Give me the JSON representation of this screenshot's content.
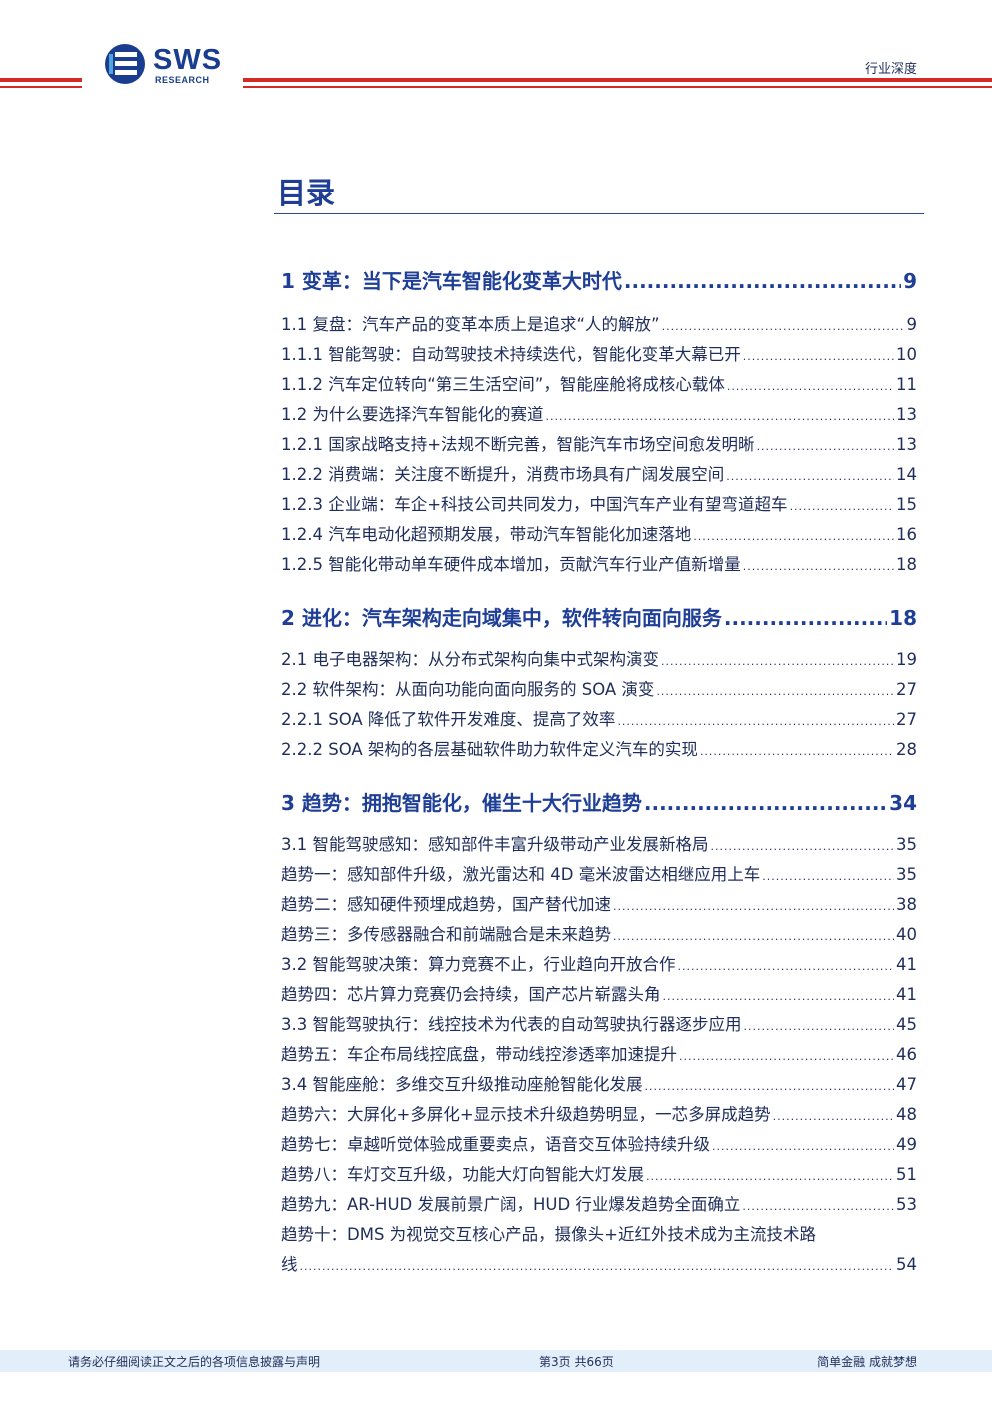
{
  "header": {
    "logo_text": "SWS",
    "logo_sub": "RESEARCH",
    "doc_type": "行业深度"
  },
  "toc": {
    "title": "目录",
    "entries": [
      {
        "label": "1 变革：当下是汽车智能化变革大时代",
        "page": "9",
        "level": 1
      },
      {
        "label": "1.1 复盘：汽车产品的变革本质上是追求“人的解放”",
        "page": "9",
        "level": 2
      },
      {
        "label": "1.1.1  智能驾驶：自动驾驶技术持续迭代，智能化变革大幕已开",
        "page": "10",
        "level": 2
      },
      {
        "label": "1.1.2  汽车定位转向“第三生活空间”，智能座舱将成核心载体",
        "page": "11",
        "level": 2
      },
      {
        "label": "1.2  为什么要选择汽车智能化的赛道",
        "page": "13",
        "level": 2
      },
      {
        "label": "1.2.1 国家战略支持+法规不断完善，智能汽车市场空间愈发明晰",
        "page": "13",
        "level": 2
      },
      {
        "label": "1.2.2  消费端：关注度不断提升，消费市场具有广阔发展空间",
        "page": "14",
        "level": 2
      },
      {
        "label": "1.2.3  企业端：车企+科技公司共同发力，中国汽车产业有望弯道超车",
        "page": "15",
        "level": 2
      },
      {
        "label": "1.2.4 汽车电动化超预期发展，带动汽车智能化加速落地",
        "page": "16",
        "level": 2
      },
      {
        "label": "1.2.5 智能化带动单车硬件成本增加，贡献汽车行业产值新增量",
        "page": "18",
        "level": 2
      },
      {
        "label": "2 进化：汽车架构走向域集中，软件转向面向服务",
        "page": "18",
        "level": 1
      },
      {
        "label": "2.1  电子电器架构：从分布式架构向集中式架构演变",
        "page": "19",
        "level": 2
      },
      {
        "label": "2.2  软件架构：从面向功能向面向服务的 SOA 演变",
        "page": "27",
        "level": 2
      },
      {
        "label": "2.2.1 SOA 降低了软件开发难度、提高了效率",
        "page": "27",
        "level": 2
      },
      {
        "label": "2.2.2 SOA 架构的各层基础软件助力软件定义汽车的实现",
        "page": "28",
        "level": 2
      },
      {
        "label": "3 趋势：拥抱智能化，催生十大行业趋势",
        "page": "34",
        "level": 1
      },
      {
        "label": "3.1 智能驾驶感知：感知部件丰富升级带动产业发展新格局",
        "page": "35",
        "level": 2
      },
      {
        "label": "趋势一：感知部件升级，激光雷达和 4D 毫米波雷达相继应用上车",
        "page": "35",
        "level": 2
      },
      {
        "label": "趋势二：感知硬件预埋成趋势，国产替代加速",
        "page": "38",
        "level": 2
      },
      {
        "label": "趋势三：多传感器融合和前端融合是未来趋势",
        "page": "40",
        "level": 2
      },
      {
        "label": "3.2  智能驾驶决策：算力竞赛不止，行业趋向开放合作",
        "page": "41",
        "level": 2
      },
      {
        "label": "趋势四：芯片算力竞赛仍会持续，国产芯片崭露头角",
        "page": "41",
        "level": 2
      },
      {
        "label": "3.3 智能驾驶执行：线控技术为代表的自动驾驶执行器逐步应用",
        "page": "45",
        "level": 2
      },
      {
        "label": "趋势五：车企布局线控底盘，带动线控渗透率加速提升",
        "page": "46",
        "level": 2
      },
      {
        "label": "3.4 智能座舱：多维交互升级推动座舱智能化发展",
        "page": "47",
        "level": 2
      },
      {
        "label": "趋势六：大屏化+多屏化+显示技术升级趋势明显，一芯多屏成趋势",
        "page": "48",
        "level": 2
      },
      {
        "label": "趋势七：卓越听觉体验成重要卖点，语音交互体验持续升级",
        "page": "49",
        "level": 2
      },
      {
        "label": "趋势八：车灯交互升级，功能大灯向智能大灯发展",
        "page": "51",
        "level": 2
      },
      {
        "label": "趋势九：AR-HUD 发展前景广阔，HUD 行业爆发趋势全面确立",
        "page": "53",
        "level": 2
      }
    ],
    "last_entry": {
      "line1": "趋势十：DMS 为视觉交互核心产品，摄像头+近红外技术成为主流技术路",
      "line2": "线",
      "page": "54"
    }
  },
  "footer": {
    "left": "请务必仔细阅读正文之后的各项信息披露与声明",
    "mid": "第3页  共66页",
    "right": "简单金融  成就梦想"
  },
  "colors": {
    "brand_blue": "#1f3f96",
    "brand_red": "#d42a26",
    "footer_band": "#e2eef9"
  }
}
